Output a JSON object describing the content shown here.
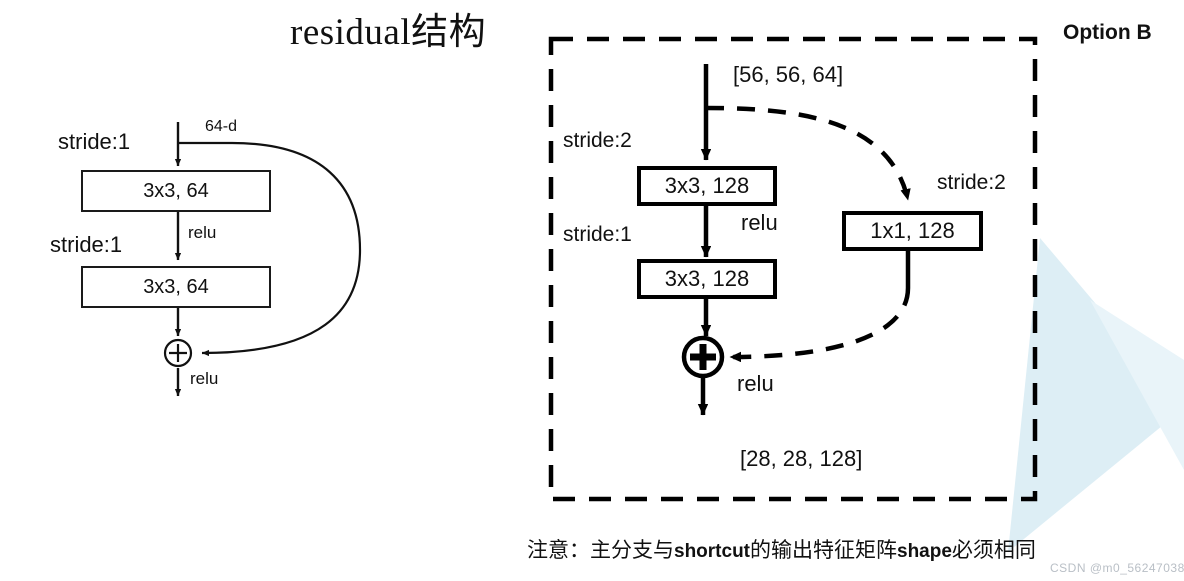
{
  "page": {
    "title": "residual结构",
    "caption_prefix": "注意：主分支与",
    "caption_bold_1": "shortcut",
    "caption_mid": "的输出特征矩阵",
    "caption_bold_2": "shape",
    "caption_suffix": "必须相同",
    "watermark": "CSDN @m0_56247038",
    "background_accent_color": "#ddeef5"
  },
  "basic_block": {
    "name": "residual结构",
    "input_label": "64-d",
    "stride_top_label": "stride:1",
    "stride_mid_label": "stride:1",
    "conv1_label": "3x3, 64",
    "conv2_label": "3x3, 64",
    "relu_after_conv1": "relu",
    "relu_after_add": "relu",
    "add_symbol": "+"
  },
  "option_b": {
    "title": "Option B",
    "input_shape": "[56, 56, 64]",
    "output_shape": "[28, 28, 128]",
    "main_branch": {
      "stride_conv1_label": "stride:2",
      "conv1_label": "3x3, 128",
      "relu_after_conv1": "relu",
      "stride_conv2_label": "stride:1",
      "conv2_label": "3x3, 128"
    },
    "shortcut_branch": {
      "stride_label": "stride:2",
      "conv_label": "1x1, 128"
    },
    "add_symbol": "+",
    "relu_after_add": "relu"
  },
  "colors": {
    "stroke": "#111111",
    "box_border": "#000000",
    "background": "#ffffff"
  }
}
